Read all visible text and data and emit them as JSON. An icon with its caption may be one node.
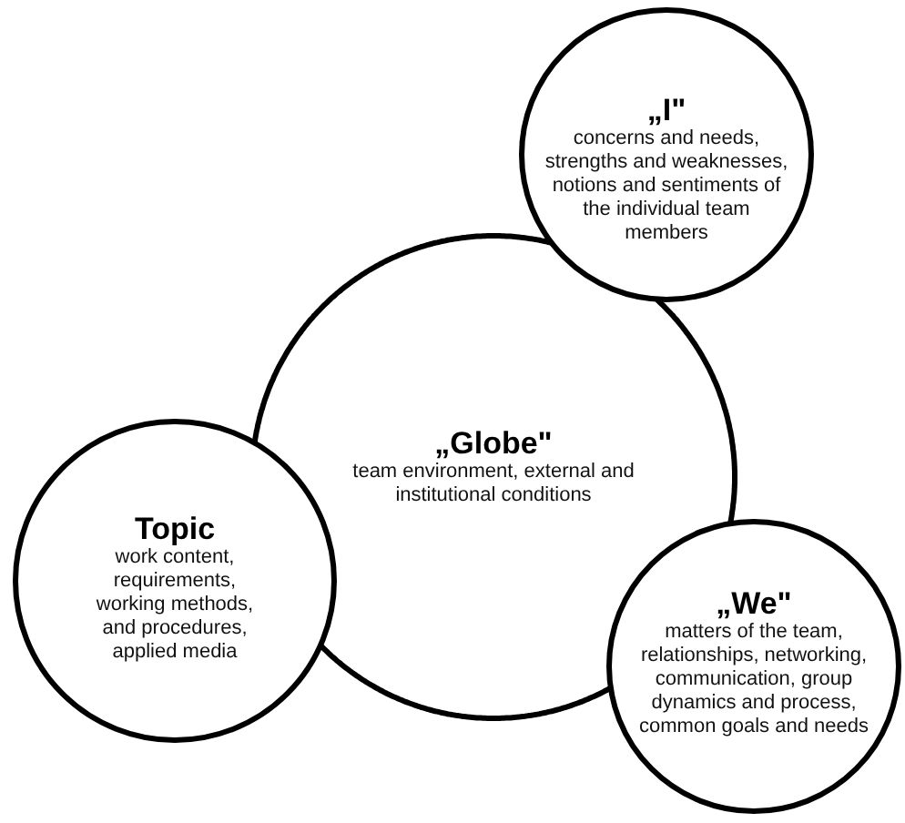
{
  "diagram": {
    "nodes": [
      {
        "text": [
          "„I\"",
          "concerns and needs, strengths and weaknesses, notions and sentiments of the individual team members"
        ]
      },
      {
        "text": [
          "„Globe\"",
          "team environment, external and institutional conditions"
        ]
      },
      {
        "text": [
          "Topic",
          "work content, requirements, working methods, and procedures, applied media"
        ]
      },
      {
        "text": [
          "„We\"",
          "matters of the team, relationships, networking, communication, group dynamics and process, common goals and needs"
        ]
      }
    ],
    "edges": []
  }
}
